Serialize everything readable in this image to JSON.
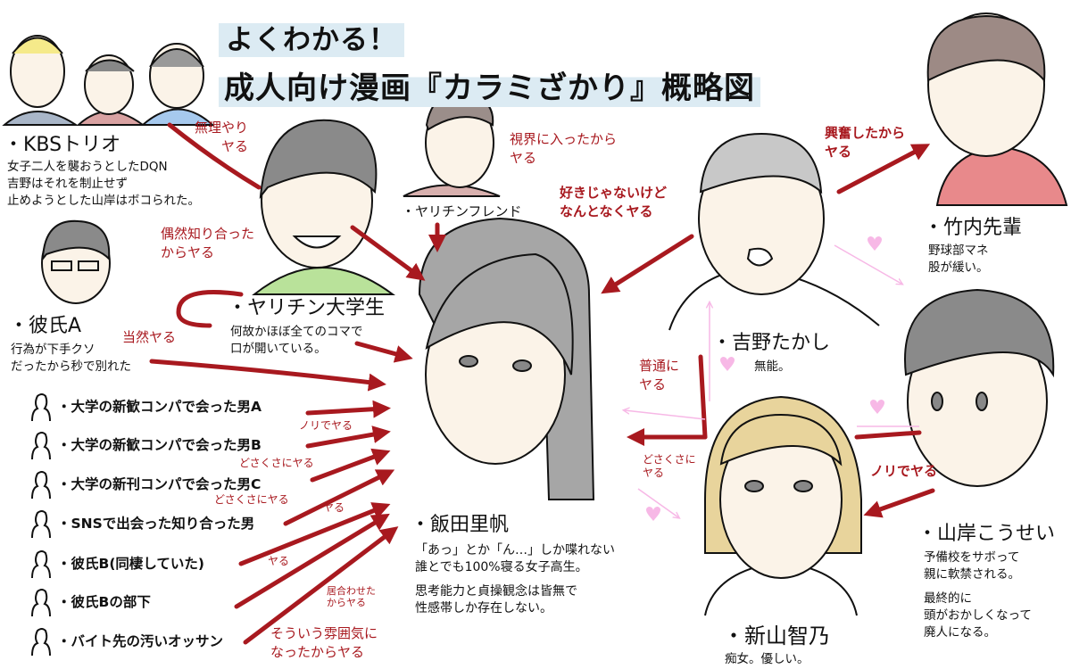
{
  "title": {
    "line1": "よくわかる！",
    "line2": "成人向け漫画『カラミざかり』概略図"
  },
  "characters": {
    "kbs": {
      "name": "・KBSトリオ",
      "desc": [
        "女子二人を襲おうとしたDQN",
        "吉野はそれを制止せず",
        "止めようとした山岸はボコられた。"
      ]
    },
    "yarichin_student": {
      "name": "・ヤリチン大学生",
      "desc": [
        "何故かほぼ全てのコマで",
        "口が開いている。"
      ]
    },
    "kareshi_a": {
      "name": "・彼氏A",
      "desc": [
        "行為が下手クソ",
        "だったから秒で別れた"
      ]
    },
    "yarichin_friend": {
      "name": "・ヤリチンフレンド"
    },
    "riho": {
      "name": "・飯田里帆",
      "desc": [
        "「あっ」とか「ん…」しか喋れない",
        "誰とでも100%寝る女子高生。"
      ],
      "desc2": [
        "思考能力と貞操観念は皆無で",
        "性感帯しか存在しない。"
      ]
    },
    "yoshino": {
      "name": "・吉野たかし",
      "desc": "無能。"
    },
    "takeuchi": {
      "name": "・竹内先輩",
      "desc": [
        "野球部マネ",
        "股が緩い。"
      ]
    },
    "yamagishi": {
      "name": "・山岸こうせい",
      "desc": [
        "予備校をサボって",
        "親に軟禁される。"
      ],
      "desc2": [
        "最終的に",
        "頭がおかしくなって",
        "廃人になる。"
      ]
    },
    "niiyama": {
      "name": "・新山智乃",
      "desc": "痴女。優しい。"
    }
  },
  "minor_list": [
    "・大学の新歓コンパで会った男A",
    "・大学の新歓コンパで会った男B",
    "・大学の新刊コンパで会った男C",
    "・SNSで出会った知り合った男",
    "・彼氏B(同棲していた)",
    "・彼氏Bの部下",
    "・バイト先の汚いオッサン"
  ],
  "arrow_labels": {
    "muriyari": [
      "無理やり",
      "ヤる"
    ],
    "guuzen": [
      "偶然知り合った",
      "からヤる"
    ],
    "touzen": "当然ヤる",
    "shikai": [
      "視界に入ったから",
      "ヤる"
    ],
    "sukijanai": [
      "好きじゃないけど",
      "なんとなくヤる"
    ],
    "koufun": [
      "興奮したから",
      "ヤる"
    ],
    "futsuu": [
      "普通に",
      "ヤる"
    ],
    "dosakusa_n": [
      "どさくさに",
      "ヤる"
    ],
    "nori_y": "ノリでヤる",
    "nori_b": "ノリでヤる",
    "dosakusa_c": "どさくさにヤる",
    "dosakusa_sns": "どさくさにヤる",
    "yaru1": "ヤる",
    "yaru2": "ヤる",
    "iawase": [
      "居合わせた",
      "からヤる"
    ],
    "fun_iki": [
      "そういう雰囲気に",
      "なったからヤる"
    ]
  },
  "colors": {
    "arrow": "#a8191f",
    "pink": "#f7b8e6",
    "title_bg": "#dcebf3"
  }
}
